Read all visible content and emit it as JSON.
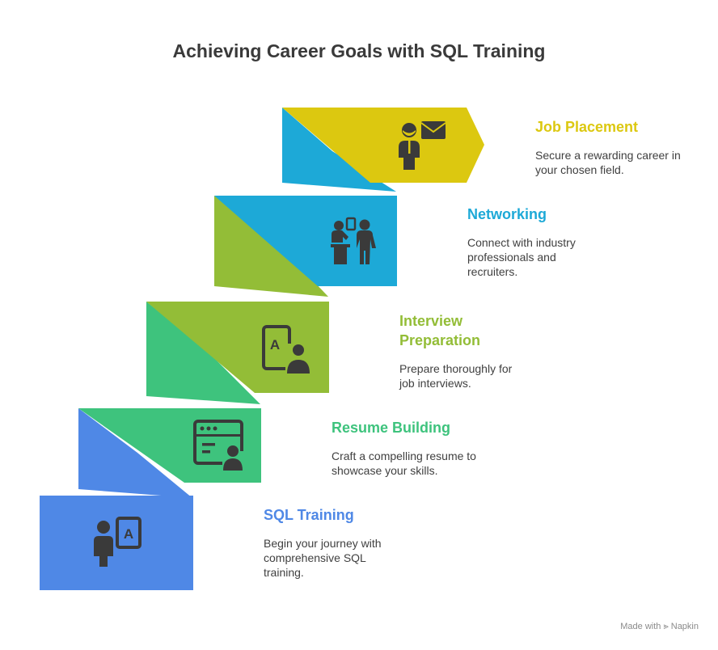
{
  "title": "Achieving Career Goals with SQL Training",
  "steps": [
    {
      "key": "sql",
      "title": "SQL Training",
      "desc": "Begin your journey with comprehensive SQL training.",
      "color": "#4f88e6",
      "icon": "person-text-icon"
    },
    {
      "key": "resume",
      "title": "Resume Building",
      "desc": "Craft a compelling resume to showcase your skills.",
      "color": "#3ec37d",
      "icon": "resume-window-icon"
    },
    {
      "key": "interview",
      "title": "Interview Preparation",
      "desc": "Prepare thoroughly for job interviews.",
      "color": "#93bd37",
      "icon": "interview-document-icon"
    },
    {
      "key": "networking",
      "title": "Networking",
      "desc": "Connect with industry professionals and recruiters.",
      "color": "#1da9d7",
      "icon": "networking-people-icon"
    },
    {
      "key": "job",
      "title": "Job Placement",
      "desc": "Secure a rewarding career in your chosen field.",
      "color": "#dcc810",
      "icon": "job-offer-icon"
    }
  ],
  "footer": {
    "text": "Made with",
    "brand": "Napkin"
  }
}
